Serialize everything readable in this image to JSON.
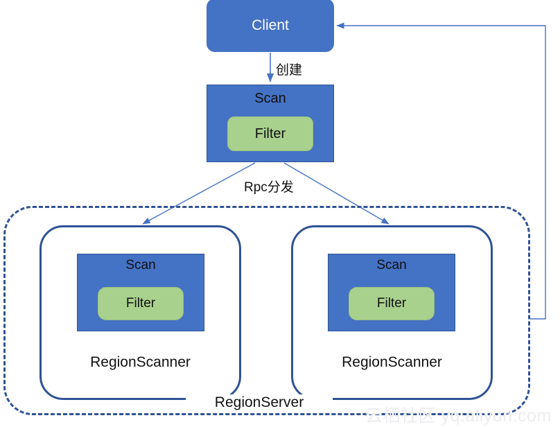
{
  "diagram": {
    "title": "HBase Scan Filter Rpc Dispatch Flow",
    "colors": {
      "node_blue": "#4472C4",
      "node_green": "#A9D18E",
      "border_blue": "#2E5395",
      "connector_blue": "#4472C4",
      "text_dark": "#111111",
      "text_light": "#FFFFFF",
      "background": "#FFFFFF",
      "watermark": "#EDEDF0"
    },
    "nodes": {
      "client": {
        "label": "Client"
      },
      "scan_top": {
        "label": "Scan"
      },
      "filter_top": {
        "label": "Filter"
      },
      "region_server": {
        "label": "RegionServer"
      },
      "scanner_left": {
        "name": "RegionScanner",
        "scan_label": "Scan",
        "filter_label": "Filter"
      },
      "scanner_right": {
        "name": "RegionScanner",
        "scan_label": "Scan",
        "filter_label": "Filter"
      }
    },
    "edges": [
      {
        "id": "create",
        "label": "创建",
        "from": "client",
        "to": "scan_top"
      },
      {
        "id": "rpc",
        "label": "Rpc分发",
        "from": "scan_top",
        "to": "scanner_left,scanner_right"
      },
      {
        "id": "return",
        "label": "",
        "from": "region_server",
        "to": "client"
      }
    ],
    "watermark": "云栖社区 yq.aliyun.com"
  }
}
